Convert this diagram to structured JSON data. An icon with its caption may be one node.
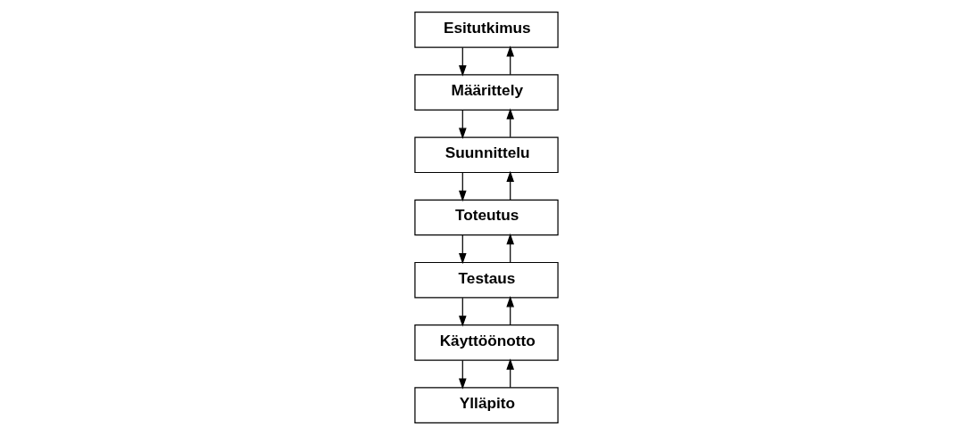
{
  "diagram": {
    "nodes": [
      {
        "text": [
          "Esitutkimus"
        ]
      },
      {
        "text": [
          "Määrittely"
        ]
      },
      {
        "text": [
          "Suunnittelu"
        ]
      },
      {
        "text": [
          "Toteutus"
        ]
      },
      {
        "text": [
          "Testaus"
        ]
      },
      {
        "text": [
          "Käyttöönotto"
        ]
      },
      {
        "text": [
          "Ylläpito"
        ]
      }
    ],
    "edges": [
      {
        "from": 0,
        "to": 1,
        "arrow": "to"
      },
      {
        "from": 1,
        "to": 0,
        "arrow": "to"
      },
      {
        "from": 1,
        "to": 2,
        "arrow": "to"
      },
      {
        "from": 2,
        "to": 1,
        "arrow": "to"
      },
      {
        "from": 2,
        "to": 3,
        "arrow": "to"
      },
      {
        "from": 3,
        "to": 2,
        "arrow": "to"
      },
      {
        "from": 3,
        "to": 4,
        "arrow": "to"
      },
      {
        "from": 4,
        "to": 3,
        "arrow": "to"
      },
      {
        "from": 4,
        "to": 5,
        "arrow": "to"
      },
      {
        "from": 5,
        "to": 4,
        "arrow": "to"
      },
      {
        "from": 5,
        "to": 6,
        "arrow": "to"
      },
      {
        "from": 6,
        "to": 5,
        "arrow": "to"
      }
    ]
  }
}
